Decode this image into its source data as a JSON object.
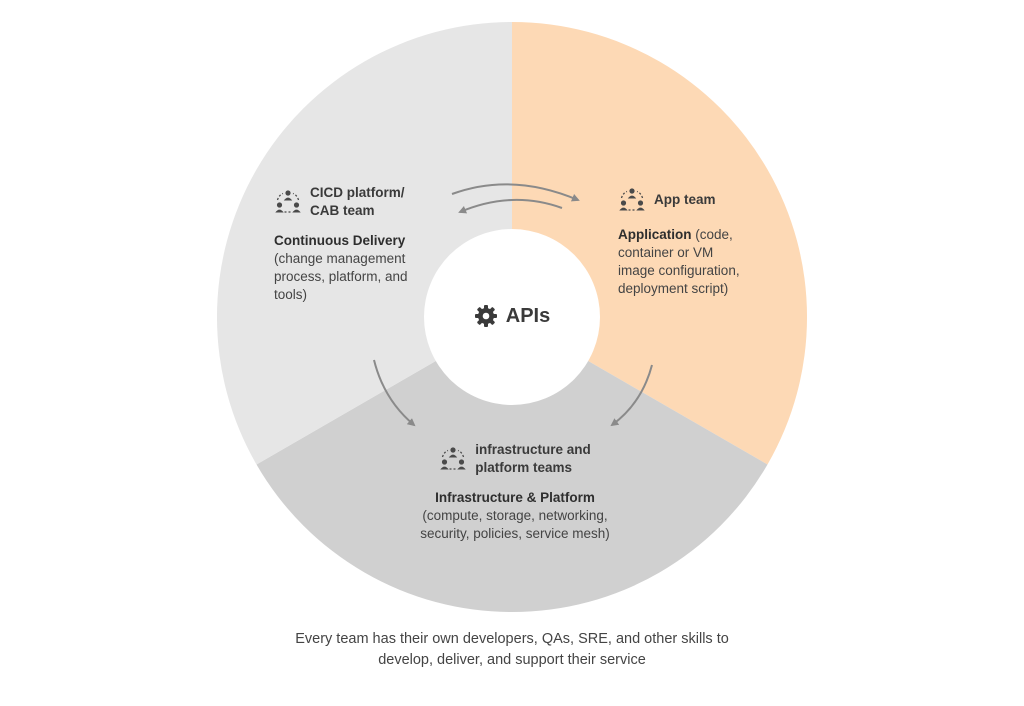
{
  "center": {
    "label": "APIs",
    "icon": "gear-icon"
  },
  "segments": {
    "cicd": {
      "team": "CICD platform/ CAB team",
      "team_lines": [
        "CICD platform/",
        "CAB team"
      ],
      "title": "Continuous Delivery",
      "description_lines": [
        "(change management",
        "process, platform, and",
        "tools)"
      ],
      "color": "#e6e6e6",
      "icon": "team-icon"
    },
    "app": {
      "team": "App team",
      "title": "Application",
      "description_lines": [
        " (code,",
        "container or VM",
        "image configuration,",
        "deployment script)"
      ],
      "color": "#fdd9b5",
      "icon": "team-icon"
    },
    "infra": {
      "team": "infrastructure and platform teams",
      "team_lines": [
        "infrastructure and",
        "platform teams"
      ],
      "title": "Infrastructure & Platform",
      "description_lines": [
        "(compute, storage, networking,",
        "security, policies, service mesh)"
      ],
      "color": "#d0d0d0",
      "icon": "team-icon"
    }
  },
  "caption_lines": [
    "Every team has their own developers, QAs, SRE, and other skills to",
    "develop, deliver, and support their service"
  ],
  "colors": {
    "arrow": "#8a8a8a",
    "text": "#3a3a3a",
    "icon": "#4a4a4a"
  }
}
